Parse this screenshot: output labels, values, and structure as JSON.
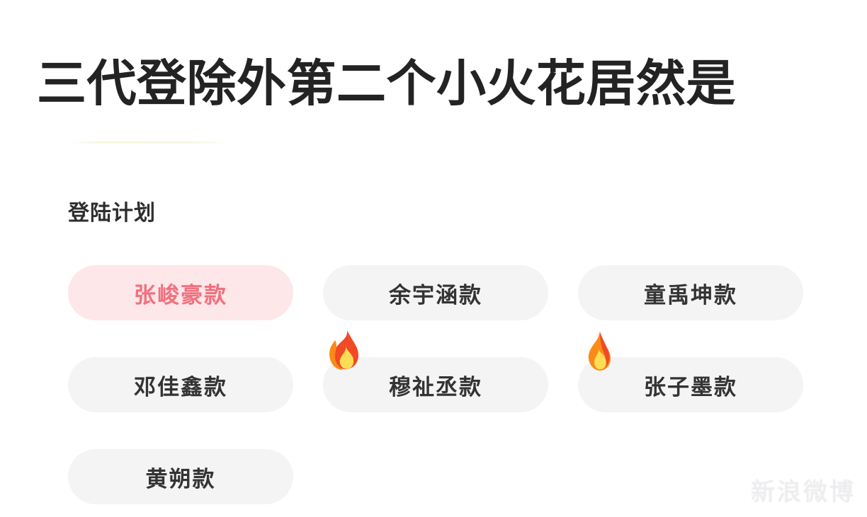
{
  "page": {
    "background_color": "#ffffff",
    "headline": "三代登除外第二个小火花居然是",
    "watermark": "新浪微博"
  },
  "divider": {
    "color": "#f7f5de"
  },
  "section": {
    "label": "登陆计划"
  },
  "colors": {
    "selected_pill_bg": "#fde7e9",
    "selected_pill_text": "#f2707e",
    "pill_bg": "#f4f4f4",
    "pill_text": "#333333",
    "headline_text": "#232323",
    "flame_outer": "#f04a26",
    "flame_mid": "#fb8a18",
    "flame_inner": "#fcdd53"
  },
  "options": {
    "rows": [
      [
        {
          "label": "张峻豪款",
          "selected": true,
          "flame": "none"
        },
        {
          "label": "余宇涵款",
          "selected": false,
          "flame": "none"
        },
        {
          "label": "童禹坤款",
          "selected": false,
          "flame": "none"
        }
      ],
      [
        {
          "label": "邓佳鑫款",
          "selected": false,
          "flame": "none"
        },
        {
          "label": "穆祉丞款",
          "selected": false,
          "flame": "fire-emoji"
        },
        {
          "label": "张子墨款",
          "selected": false,
          "flame": "flame-single"
        }
      ],
      [
        {
          "label": "黄朔款",
          "selected": false,
          "flame": "none"
        }
      ]
    ]
  }
}
